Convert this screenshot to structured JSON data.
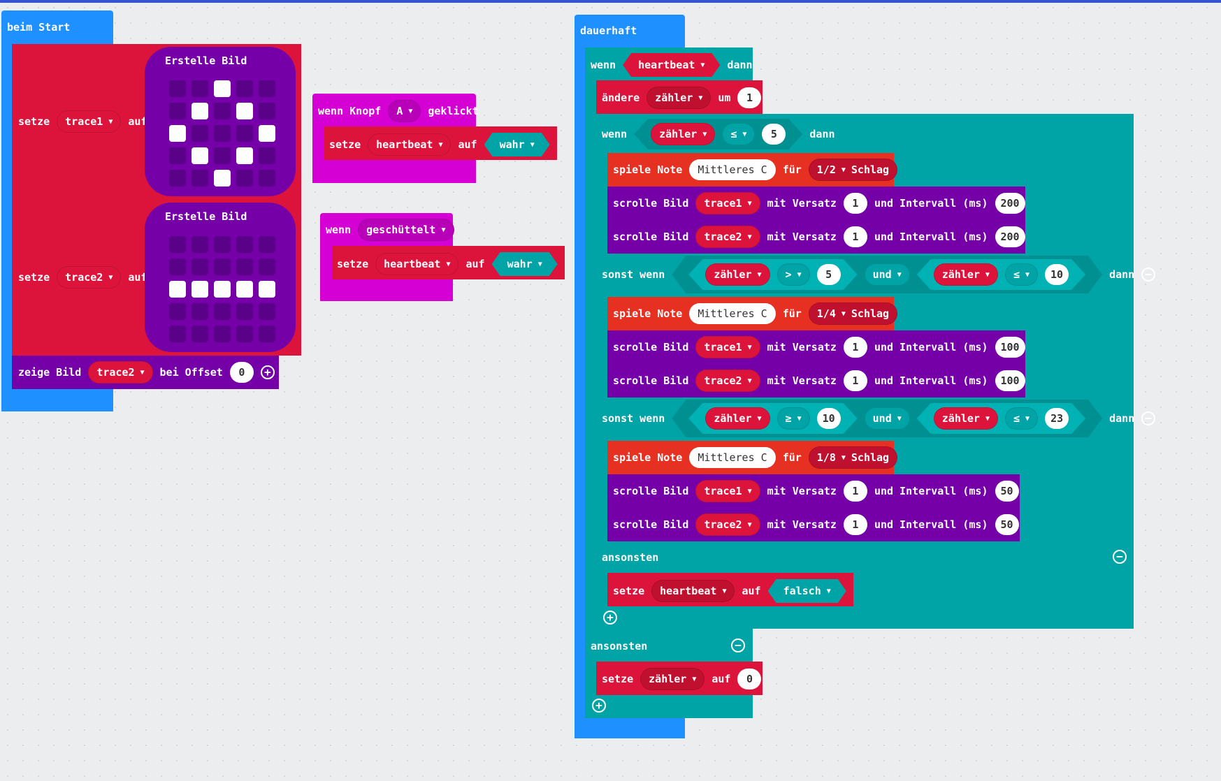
{
  "start": {
    "hat_label": "beim Start",
    "set1": {
      "setze": "setze",
      "var": "trace1",
      "auf": "auf",
      "image_title": "Erstelle Bild",
      "leds": [
        [
          0,
          0,
          1,
          0,
          0
        ],
        [
          0,
          1,
          0,
          1,
          0
        ],
        [
          1,
          0,
          0,
          0,
          1
        ],
        [
          0,
          1,
          0,
          1,
          0
        ],
        [
          0,
          0,
          1,
          0,
          0
        ]
      ]
    },
    "set2": {
      "setze": "setze",
      "var": "trace2",
      "auf": "auf",
      "image_title": "Erstelle Bild",
      "leds": [
        [
          0,
          0,
          0,
          0,
          0
        ],
        [
          0,
          0,
          0,
          0,
          0
        ],
        [
          1,
          1,
          1,
          1,
          1
        ],
        [
          0,
          0,
          0,
          0,
          0
        ],
        [
          0,
          0,
          0,
          0,
          0
        ]
      ]
    },
    "show": {
      "label": "zeige Bild",
      "var": "trace2",
      "offset_label": "bei Offset",
      "offset": "0"
    }
  },
  "button": {
    "wenn": "wenn Knopf",
    "key": "A",
    "clicked": "geklickt",
    "set": {
      "setze": "setze",
      "var": "heartbeat",
      "auf": "auf",
      "value": "wahr"
    }
  },
  "shake": {
    "wenn": "wenn",
    "gesture": "geschüttelt",
    "set": {
      "setze": "setze",
      "var": "heartbeat",
      "auf": "auf",
      "value": "wahr"
    }
  },
  "forever": {
    "hat_label": "dauerhaft",
    "if1": {
      "wenn": "wenn",
      "var": "heartbeat",
      "dann": "dann"
    },
    "change": {
      "label": "ändere",
      "var": "zähler",
      "um": "um",
      "value": "1"
    },
    "if2": {
      "wenn": "wenn",
      "var": "zähler",
      "op": "≤",
      "value": "5",
      "dann": "dann"
    },
    "branch1": {
      "note": {
        "label": "spiele Note",
        "note": "Mittleres C",
        "fur": "für",
        "beat": "1/2",
        "schlag": "Schlag"
      },
      "scroll1": {
        "label": "scrolle Bild",
        "var": "trace1",
        "versatz_label": "mit Versatz",
        "versatz": "1",
        "interval_label": "und Intervall (ms)",
        "interval": "200"
      },
      "scroll2": {
        "label": "scrolle Bild",
        "var": "trace2",
        "versatz_label": "mit Versatz",
        "versatz": "1",
        "interval_label": "und Intervall (ms)",
        "interval": "200"
      }
    },
    "elif1": {
      "label": "sonst wenn",
      "var1": "zähler",
      "op1": ">",
      "val1": "5",
      "und": "und",
      "var2": "zähler",
      "op2": "≤",
      "val2": "10",
      "dann": "dann"
    },
    "branch2": {
      "note": {
        "label": "spiele Note",
        "note": "Mittleres C",
        "fur": "für",
        "beat": "1/4",
        "schlag": "Schlag"
      },
      "scroll1": {
        "label": "scrolle Bild",
        "var": "trace1",
        "versatz_label": "mit Versatz",
        "versatz": "1",
        "interval_label": "und Intervall (ms)",
        "interval": "100"
      },
      "scroll2": {
        "label": "scrolle Bild",
        "var": "trace2",
        "versatz_label": "mit Versatz",
        "versatz": "1",
        "interval_label": "und Intervall (ms)",
        "interval": "100"
      }
    },
    "elif2": {
      "label": "sonst wenn",
      "var1": "zähler",
      "op1": "≥",
      "val1": "10",
      "und": "und",
      "var2": "zähler",
      "op2": "≤",
      "val2": "23",
      "dann": "dann"
    },
    "branch3": {
      "note": {
        "label": "spiele Note",
        "note": "Mittleres C",
        "fur": "für",
        "beat": "1/8",
        "schlag": "Schlag"
      },
      "scroll1": {
        "label": "scrolle Bild",
        "var": "trace1",
        "versatz_label": "mit Versatz",
        "versatz": "1",
        "interval_label": "und Intervall (ms)",
        "interval": "50"
      },
      "scroll2": {
        "label": "scrolle Bild",
        "var": "trace2",
        "versatz_label": "mit Versatz",
        "versatz": "1",
        "interval_label": "und Intervall (ms)",
        "interval": "50"
      }
    },
    "else_inner": {
      "label": "ansonsten",
      "set": {
        "setze": "setze",
        "var": "heartbeat",
        "auf": "auf",
        "value": "falsch"
      }
    },
    "else_outer": {
      "label": "ansonsten",
      "set": {
        "setze": "setze",
        "var": "zähler",
        "auf": "auf",
        "value": "0"
      }
    }
  },
  "colors": {
    "events": "#1e90ff",
    "variables": "#dc143c",
    "input": "#d400d4",
    "images": "#7600a8",
    "logic": "#00a4a6",
    "music": "#e63022"
  }
}
